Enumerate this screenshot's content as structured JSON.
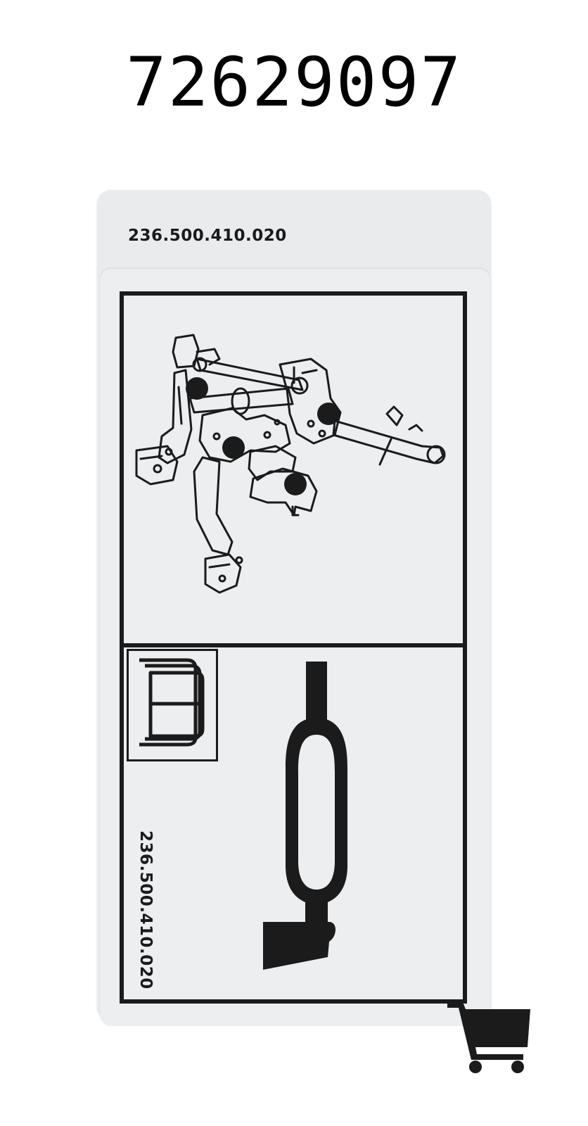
{
  "product": {
    "part_number": "72629097"
  },
  "label": {
    "tab_text": "236.500.410.020",
    "vertical_text": "236.500.410.020"
  },
  "icons": {
    "pedal_diagram": "pedal-assembly-diagram-icon",
    "manual": "manual-book-icon",
    "lever": "pedal-lever-icon",
    "cart": "shopping-cart-icon"
  },
  "colors": {
    "ink": "#1b1b1b",
    "label_background": "#eceef0",
    "page_background": "#ffffff"
  }
}
